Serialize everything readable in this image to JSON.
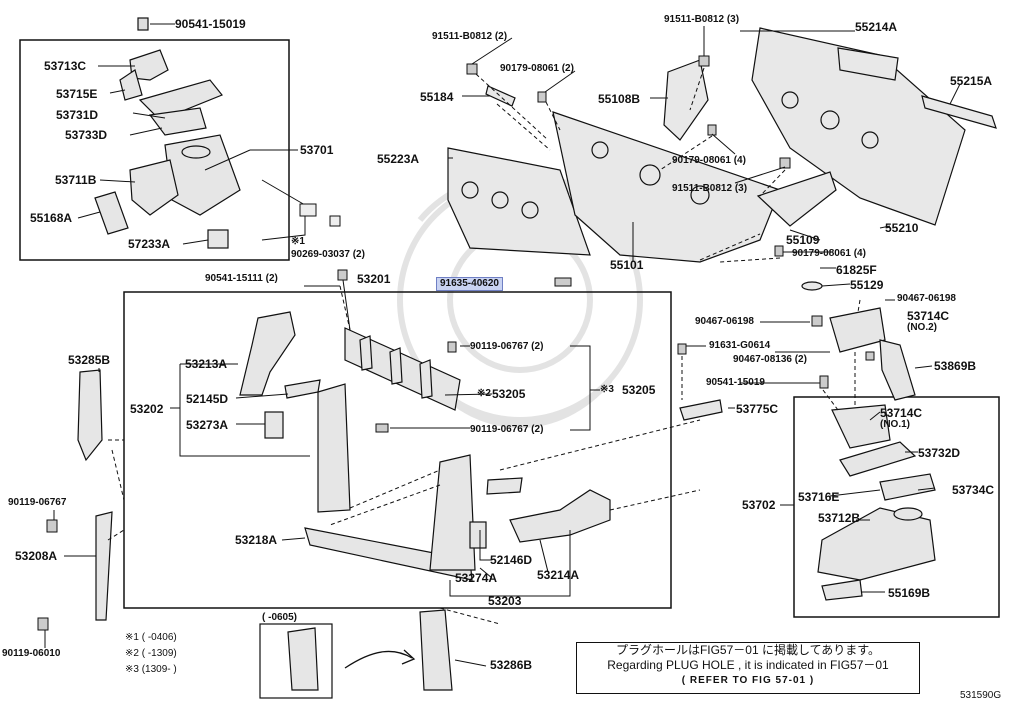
{
  "diagram": {
    "figure_code": "531590G",
    "parts": {
      "p90541_15019_top": "90541-15019",
      "p53713C": "53713C",
      "p53715E": "53715E",
      "p53731D": "53731D",
      "p53733D": "53733D",
      "p53711B": "53711B",
      "p55168A": "55168A",
      "p57233A": "57233A",
      "p53701": "53701",
      "p90269": "90269-03037 (2)",
      "p91511_b0812_2": "91511-B0812 (2)",
      "p90179_08061_2": "90179-08061 (2)",
      "p55184": "55184",
      "p55223A": "55223A",
      "p91511_b0812_3a": "91511-B0812 (3)",
      "p55108B": "55108B",
      "p90179_08061_4a": "90179-08061 (4)",
      "p91511_b0812_3b": "91511-B0812 (3)",
      "p55101": "55101",
      "p55109": "55109",
      "p90179_08061_4b": "90179-08061 (4)",
      "p61825F": "61825F",
      "p55129": "55129",
      "p55214A": "55214A",
      "p55215A": "55215A",
      "p55210": "55210",
      "p90541_15111": "90541-15111 (2)",
      "p53201": "53201",
      "p91635_40620": "91635-40620",
      "p90467_06198a": "90467-06198",
      "p90467_06198b": "90467-06198",
      "p53714C_no2": "53714C",
      "p53714C_no2_sub": "(NO.2)",
      "p53869B": "53869B",
      "p91631_g0614": "91631-G0614",
      "p90467_08136": "90467-08136 (2)",
      "p90541_15019_r": "90541-15019",
      "p53775C": "53775C",
      "p53714C_no1": "53714C",
      "p53714C_no1_sub": "(NO.1)",
      "p53732D": "53732D",
      "p53702": "53702",
      "p53716E": "53716E",
      "p53734C": "53734C",
      "p53712B": "53712B",
      "p55169B": "55169B",
      "p53285B": "53285B",
      "p53213A": "53213A",
      "p53202": "53202",
      "p52145D": "52145D",
      "p53273A": "53273A",
      "p90119_06767_a": "90119-06767 (2)",
      "p53205_x2": "53205",
      "p53205_x3": "53205",
      "p90119_06767_b": "90119-06767 (2)",
      "p90119_06767_l": "90119-06767",
      "p53208A": "53208A",
      "p53218A": "53218A",
      "p52146D": "52146D",
      "p53274A": "53274A",
      "p53214A": "53214A",
      "p53203": "53203",
      "p90119_06010": "90119-06010",
      "p53286B": "53286B",
      "p_date_box": "(        -0605)"
    },
    "marks": {
      "x1": "※1",
      "x2": "※2",
      "x3": "※3"
    },
    "footnotes": {
      "f1": "※1 (      -0406)",
      "f2": "※2 (      -1309)",
      "f3": "※3 (1309-      )"
    },
    "note": {
      "line1": "プラグホールはFIG57－01 に掲載してあります。",
      "line2": "Regarding  PLUG HOLE , it is indicated in FIG57－01",
      "line3": "(    REFER TO FIG 57-01    )"
    }
  }
}
